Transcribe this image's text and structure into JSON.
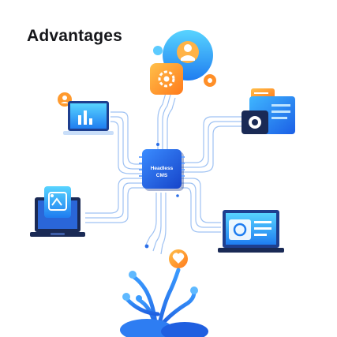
{
  "diagram": {
    "title": "Advantages",
    "hub": {
      "line1": "Headless",
      "line2": "CMS"
    },
    "nodes": [
      {
        "icon": "analytics-laptop-icon"
      },
      {
        "icon": "document-upload-laptop-icon"
      },
      {
        "icon": "settings-team-icon"
      },
      {
        "icon": "code-window-icon"
      },
      {
        "icon": "dashboard-laptop-icon"
      },
      {
        "icon": "heart-plant-icon"
      }
    ],
    "colors": {
      "primary_blue": "#1e6ff0",
      "cyan": "#2bb8f2",
      "orange": "#ff9a2e",
      "dark_navy": "#1a2a55",
      "line": "#9fc2f3"
    }
  }
}
